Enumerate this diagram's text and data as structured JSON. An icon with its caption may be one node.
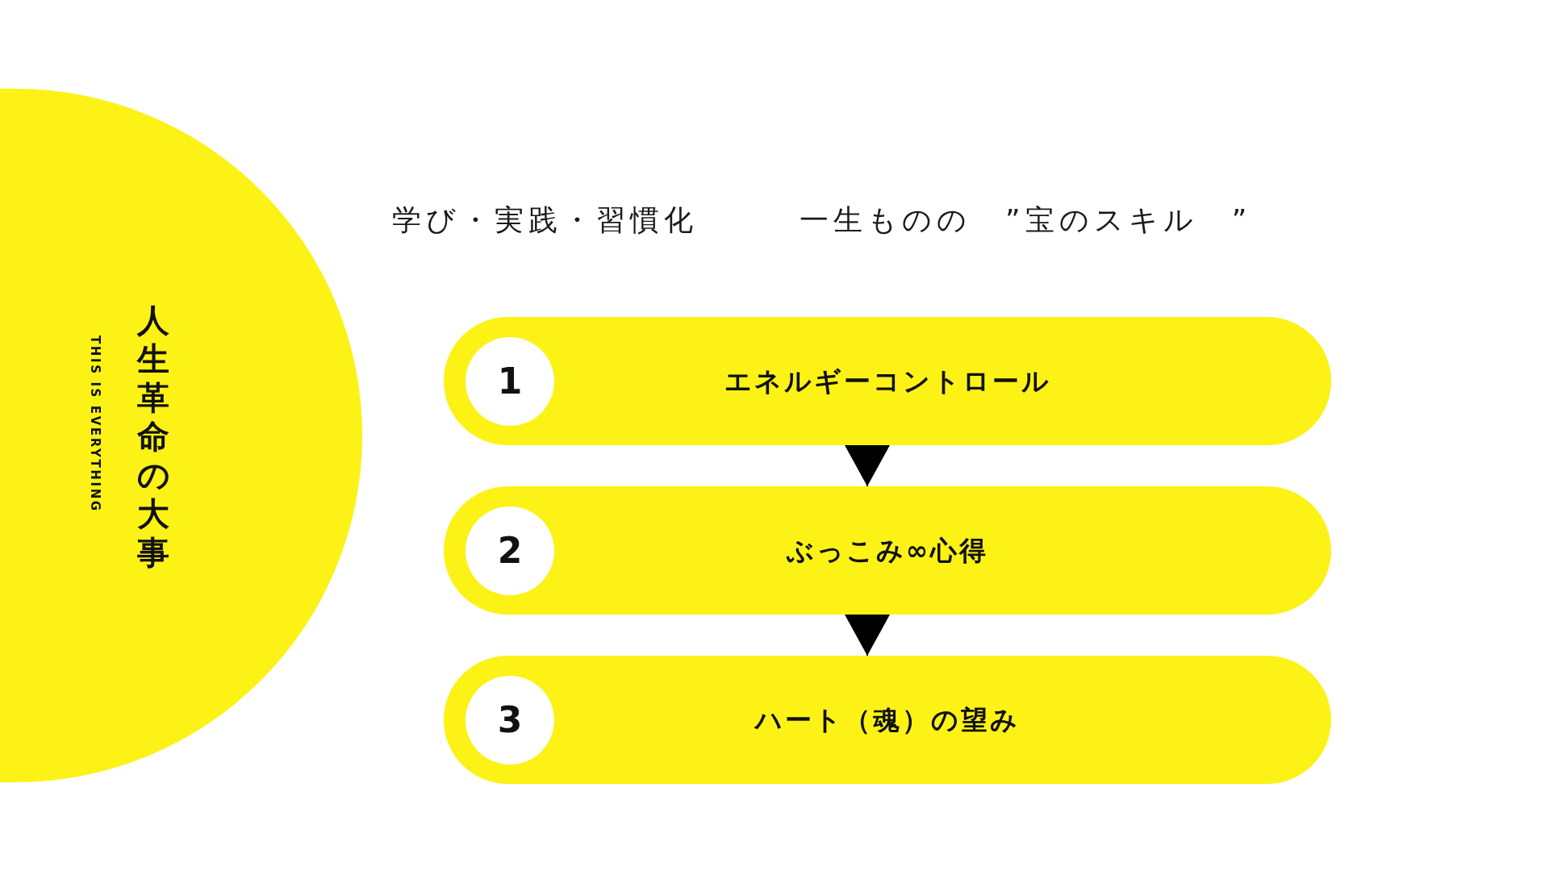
{
  "diagram": {
    "title": "学び・実践・習慣化　　　一生ものの　”宝のスキル　”",
    "nodes": [
      {
        "text": [
          "人生革命の大事",
          "THIS IS EVERYTHING"
        ]
      },
      {
        "text": [
          "エネルギーコントロール"
        ]
      },
      {
        "text": [
          "1"
        ],
        "in": 1
      },
      {
        "text": [
          "ぶっこみ∞心得"
        ]
      },
      {
        "text": [
          "2"
        ],
        "in": 3
      },
      {
        "text": [
          "ハート（魂）の望み"
        ]
      },
      {
        "text": [
          "3"
        ],
        "in": 5
      }
    ],
    "edges": [
      {
        "from": 1,
        "to": 3,
        "arrow": "to"
      },
      {
        "from": 3,
        "to": 5,
        "arrow": "to"
      }
    ]
  }
}
